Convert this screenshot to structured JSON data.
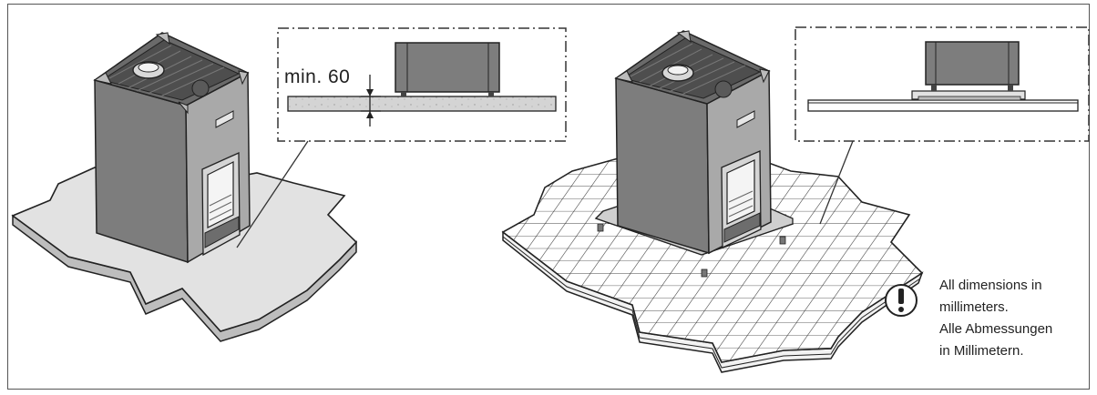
{
  "detail_left": {
    "dimension_label": "min. 60"
  },
  "note": {
    "line1": "All dimensions in",
    "line2": "millimeters.",
    "line3": "Alle Abmessungen",
    "line4": "in Millimetern."
  },
  "colors": {
    "stove_body": "#7d7d7d",
    "stove_side": "#a9a9a9",
    "stove_top": "#6a6a6a",
    "concrete_base": "#e2e2e2",
    "outline": "#222222"
  }
}
